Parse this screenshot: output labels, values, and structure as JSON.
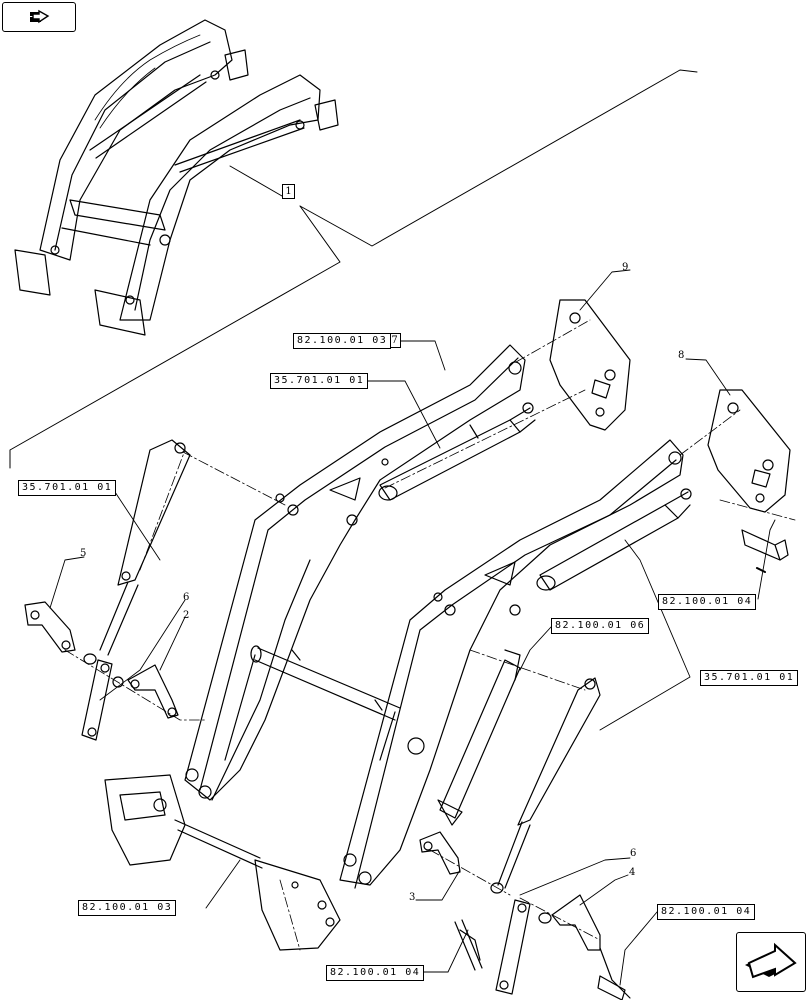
{
  "nav": {
    "top_icon": "book-arrow-icon",
    "bottom_icon": "next-page-arrow-icon"
  },
  "references": {
    "r1": "82.100.01 03",
    "r2": "35.701.01 01",
    "r3": "35.701.01 01",
    "r4": "82.100.01 06",
    "r5": "35.701.01 01",
    "r6": "82.100.01 04",
    "r7": "82.100.01 03",
    "r8": "82.100.01 04",
    "r9": "82.100.01 04"
  },
  "items": {
    "i1": "1",
    "i7": "7"
  },
  "callouts": {
    "c2": "2",
    "c3": "3",
    "c4": "4",
    "c5": "5",
    "c6a": "6",
    "c6b": "6",
    "c8": "8",
    "c9": "9"
  }
}
